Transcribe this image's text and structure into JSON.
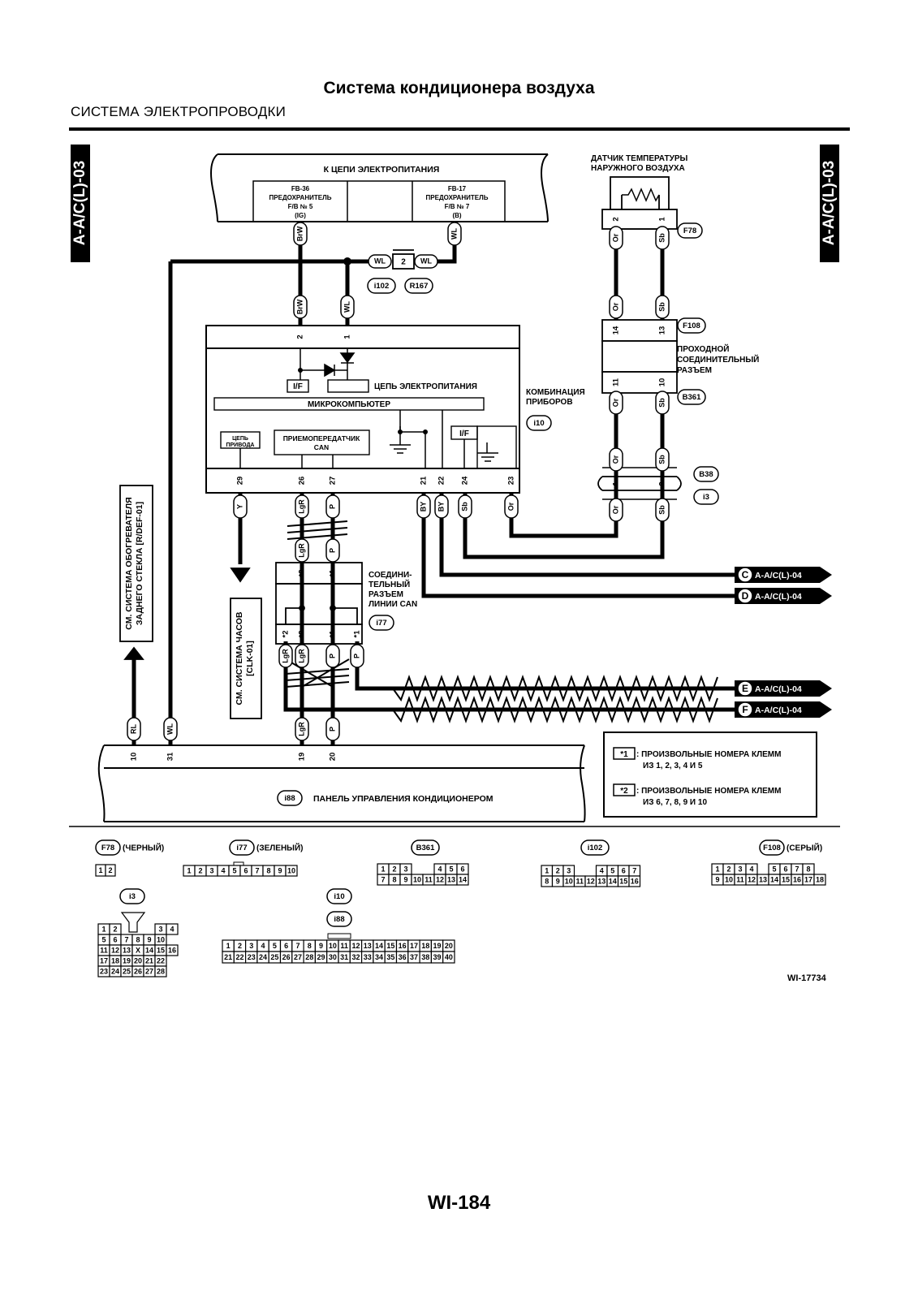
{
  "header": {
    "title": "Система кондиционера воздуха",
    "section": "СИСТЕМА ЭЛЕКТРОПРОВОДКИ",
    "side_tag": "A-A/C(L)-03"
  },
  "power_block": {
    "title": "К ЦЕПИ ЭЛЕКТРОПИТАНИЯ",
    "fuse1": [
      "FB-36",
      "ПРЕДОХРАНИТЕЛЬ",
      "F/B № 5",
      "(IG)"
    ],
    "fuse2": [
      "FB-17",
      "ПРЕДОХРАНИТЕЛЬ",
      "F/B № 7",
      "(B)"
    ]
  },
  "sensor": {
    "title1": "ДАТЧИК ТЕМПЕРАТУРЫ",
    "title2": "НАРУЖНОГО ВОЗДУХА",
    "connector": "F78"
  },
  "joint": {
    "pin": "2",
    "wire": "WL",
    "connectors": [
      "i102",
      "R167"
    ]
  },
  "meter": {
    "if1": "I/F",
    "power_circuit": "ЦЕПЬ ЭЛЕКТРОПИТАНИЯ",
    "microcomputer": "МИКРОКОМПЬЮТЕР",
    "drive1": "ЦЕПЬ",
    "drive2": "ПРИВОДА",
    "can1": "ПРИЕМОПЕРЕДАТЧИК",
    "can2": "CAN",
    "if2": "I/F",
    "label1": "КОМБИНАЦИЯ",
    "label2": "ПРИБОРОВ",
    "connector": "i10"
  },
  "passthrough": {
    "connector": "F108",
    "label": [
      "ПРОХОДНОЙ",
      "СОЕДИНИТЕЛЬНЫЙ",
      "РАЗЪЕМ"
    ],
    "connector2": "B361"
  },
  "b38": {
    "c1": "B38",
    "c2": "i3"
  },
  "can_joint": {
    "label": [
      "СОЕДИНИ-",
      "ТЕЛЬНЫЙ",
      "РАЗЪЕМ",
      "ЛИНИИ CAN"
    ],
    "connector": "i77"
  },
  "refs": {
    "c": {
      "letter": "C",
      "target": "A-A/C(L)-04"
    },
    "d": {
      "letter": "D",
      "target": "A-A/C(L)-04"
    },
    "e": {
      "letter": "E",
      "target": "A-A/C(L)-04"
    },
    "f": {
      "letter": "F",
      "target": "A-A/C(L)-04"
    }
  },
  "notes": {
    "defogger": [
      "СМ. СИСТЕМА ОБОГРЕВАТЕЛЯ",
      "ЗАДНЕГО СТЕКЛА [R/DEF-01]"
    ],
    "clock": [
      "СМ. СИСТЕМА ЧАСОВ",
      "[CLK-01]"
    ]
  },
  "panel": {
    "connector": "i88",
    "label": "ПАНЕЛЬ УПРАВЛЕНИЯ КОНДИЦИОНЕРОМ"
  },
  "legend": {
    "m1": "*1",
    "t1a": ": ПРОИЗВОЛЬНЫЕ НОМЕРА КЛЕММ",
    "t1b": "ИЗ 1, 2, 3, 4 И 5",
    "m2": "*2",
    "t2a": ": ПРОИЗВОЛЬНЫЕ НОМЕРА КЛЕММ",
    "t2b": "ИЗ 6, 7, 8, 9 И 10"
  },
  "connector_views": {
    "f78": {
      "name": "F78",
      "color": "(ЧЕРНЫЙ)"
    },
    "i77": {
      "name": "i77",
      "color": "(ЗЕЛЕНЫЙ)"
    },
    "b361": {
      "name": "B361"
    },
    "i102": {
      "name": "i102"
    },
    "f108": {
      "name": "F108",
      "color": "(СЕРЫЙ)"
    },
    "i3": {
      "name": "i3"
    },
    "i10": {
      "name": "i10"
    },
    "i88": {
      "name": "i88"
    }
  },
  "figure_id": "WI-17734",
  "page_number": "WI-184"
}
